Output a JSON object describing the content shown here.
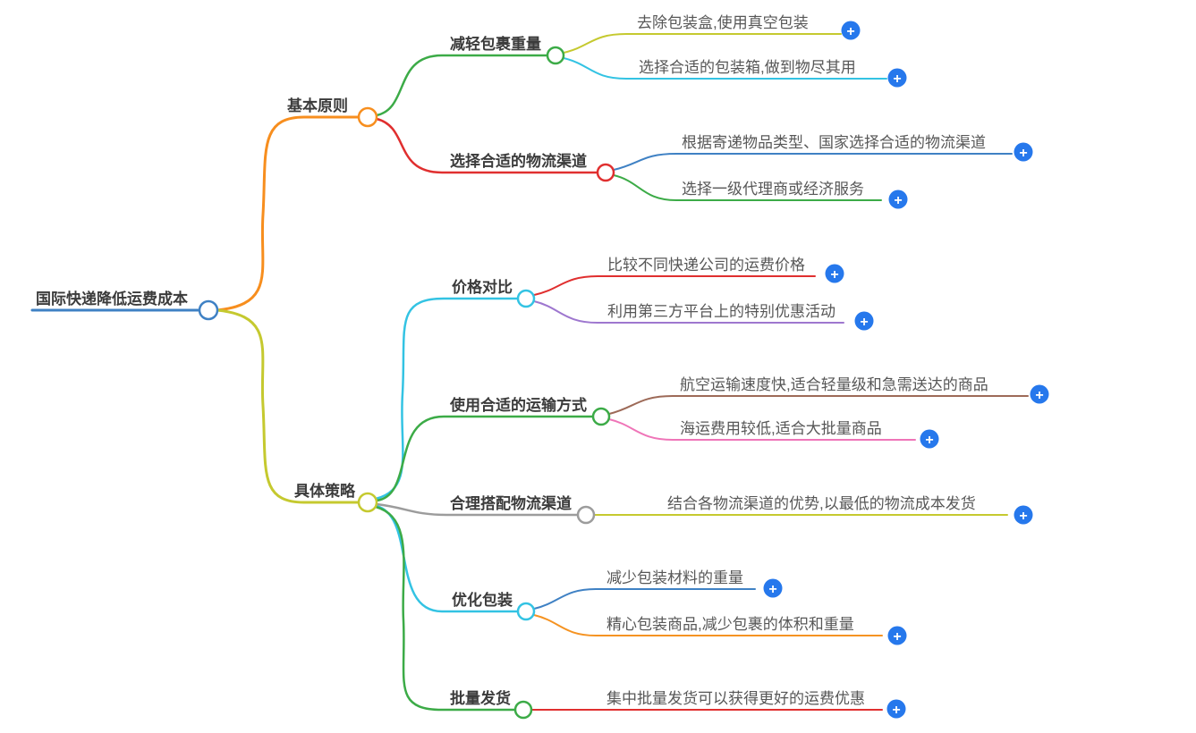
{
  "mindmap": {
    "root": {
      "label": "国际快递降低运费成本",
      "color": "#3f81c4"
    },
    "branches": [
      {
        "label": "基本原则",
        "color": "#f78e1e",
        "children": [
          {
            "label": "减轻包裹重量",
            "color": "#3cab47",
            "children": [
              {
                "label": "去除包装盒,使用真空包装",
                "color": "#c5c92f"
              },
              {
                "label": "选择合适的包装箱,做到物尽其用",
                "color": "#33c3e3"
              }
            ]
          },
          {
            "label": "选择合适的物流渠道",
            "color": "#e02f2f",
            "children": [
              {
                "label": "根据寄递物品类型、国家选择合适的物流渠道",
                "color": "#3f81c4"
              },
              {
                "label": "选择一级代理商或经济服务",
                "color": "#3cab47"
              }
            ]
          }
        ]
      },
      {
        "label": "具体策略",
        "color": "#c5c92f",
        "children": [
          {
            "label": "价格对比",
            "color": "#33c3e3",
            "children": [
              {
                "label": "比较不同快递公司的运费价格",
                "color": "#e02f2f"
              },
              {
                "label": "利用第三方平台上的特别优惠活动",
                "color": "#9e77cf"
              }
            ]
          },
          {
            "label": "使用合适的运输方式",
            "color": "#3cab47",
            "children": [
              {
                "label": "航空运输速度快,适合轻量级和急需送达的商品",
                "color": "#9d6a58"
              },
              {
                "label": "海运费用较低,适合大批量商品",
                "color": "#ef75b8"
              }
            ]
          },
          {
            "label": "合理搭配物流渠道",
            "color": "#9c9c9c",
            "children": [
              {
                "label": "结合各物流渠道的优势,以最低的物流成本发货",
                "color": "#c5c92f"
              }
            ]
          },
          {
            "label": "优化包装",
            "color": "#33c3e3",
            "children": [
              {
                "label": "减少包装材料的重量",
                "color": "#3f81c4"
              },
              {
                "label": "精心包装商品,减少包裹的体积和重量",
                "color": "#f59322"
              }
            ]
          },
          {
            "label": "批量发货",
            "color": "#3cab47",
            "children": [
              {
                "label": "集中批量发货可以获得更好的运费优惠",
                "color": "#e02f2f"
              }
            ]
          }
        ]
      }
    ]
  },
  "ui": {
    "add_button": {
      "glyph": "+",
      "color": "#2678ec"
    }
  }
}
